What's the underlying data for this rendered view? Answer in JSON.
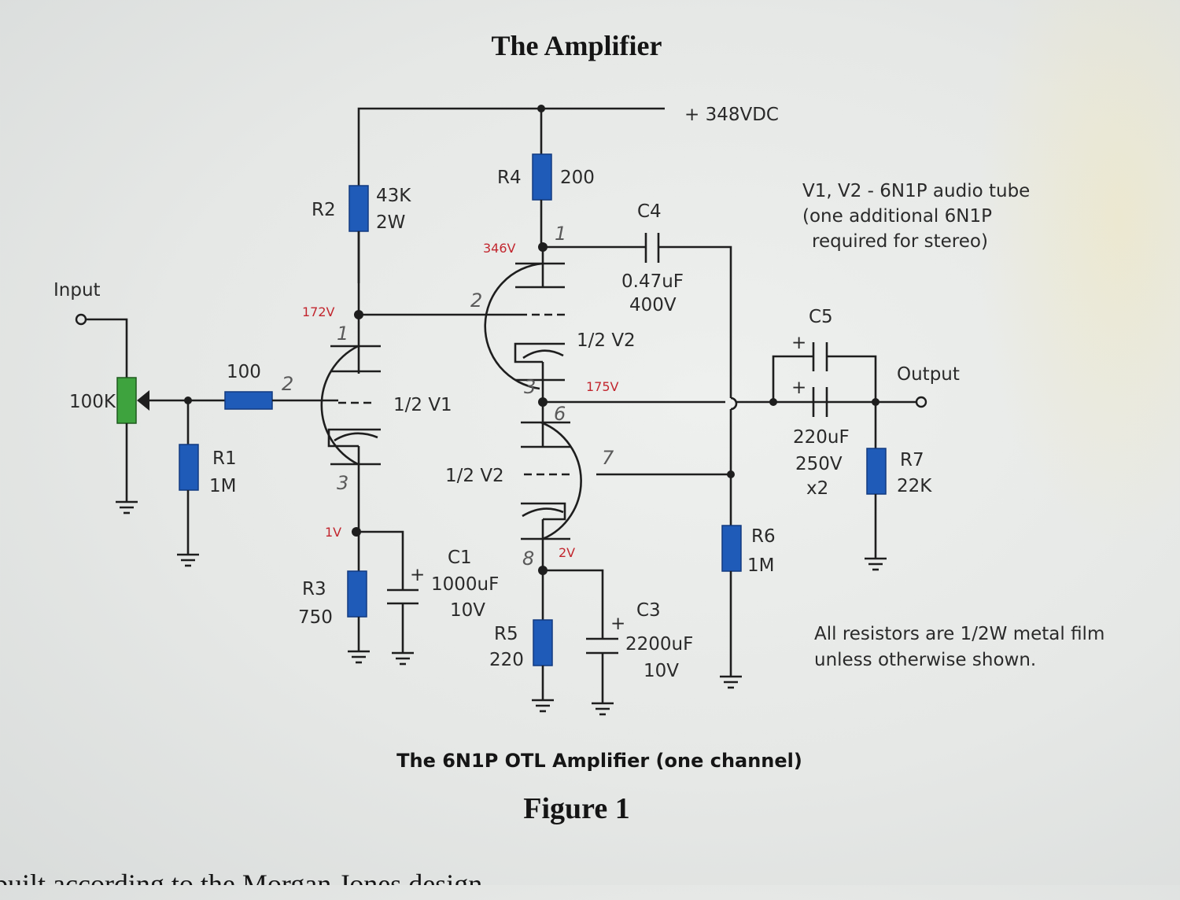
{
  "page": {
    "title": "The Amplifier",
    "caption": "The 6N1P OTL Amplifier (one channel)",
    "figure_label": "Figure 1",
    "body_text_partial": "built according to the Morgan Jones design"
  },
  "notes": {
    "tubes_line1": "V1, V2  -  6N1P audio tube",
    "tubes_line2": "(one additional 6N1P",
    "tubes_line3": "required for stereo)",
    "resistors_line1": "All resistors are 1/2W metal film",
    "resistors_line2": "unless otherwise shown."
  },
  "supply": {
    "label": "+ 348VDC"
  },
  "io": {
    "input": "Input",
    "output": "Output"
  },
  "components": {
    "pot": {
      "value": "100K"
    },
    "grid_stopper": {
      "value": "100"
    },
    "R1": {
      "ref": "R1",
      "value": "1M"
    },
    "R2": {
      "ref": "R2",
      "value": "43K",
      "rating": "2W"
    },
    "R3": {
      "ref": "R3",
      "value": "750"
    },
    "R4": {
      "ref": "R4",
      "value": "200"
    },
    "R5": {
      "ref": "R5",
      "value": "220"
    },
    "R6": {
      "ref": "R6",
      "value": "1M"
    },
    "R7": {
      "ref": "R7",
      "value": "22K"
    },
    "C1": {
      "ref": "C1",
      "value": "1000uF",
      "rating": "10V",
      "polarity": "+"
    },
    "C3": {
      "ref": "C3",
      "value": "2200uF",
      "rating": "10V",
      "polarity": "+"
    },
    "C4": {
      "ref": "C4",
      "value": "0.47uF",
      "rating": "400V"
    },
    "C5": {
      "ref": "C5",
      "value": "220uF",
      "rating": "250V",
      "count": "x2",
      "polarity": "+"
    }
  },
  "tubes": {
    "v1": {
      "label": "1/2 V1",
      "pins": {
        "plate": "1",
        "grid": "2",
        "cathode": "3"
      }
    },
    "v2a": {
      "label": "1/2 V2",
      "pins": {
        "plate": "1",
        "grid": "2",
        "cathode": "3"
      }
    },
    "v2b": {
      "label": "1/2 V2",
      "pins": {
        "plate": "6",
        "grid": "7",
        "cathode": "8"
      }
    }
  },
  "voltages": {
    "v1_plate": "172V",
    "v1_cathode": "1V",
    "v2a_plate": "346V",
    "v2a_cathode": "175V",
    "v2b_cathode": "2V"
  },
  "colors": {
    "resistor": "#1f5bb8",
    "potentiometer": "#3ea33e",
    "voltage_annotation": "#c2262e",
    "wire": "#1e1e1e",
    "paper": "#e8eae8"
  }
}
